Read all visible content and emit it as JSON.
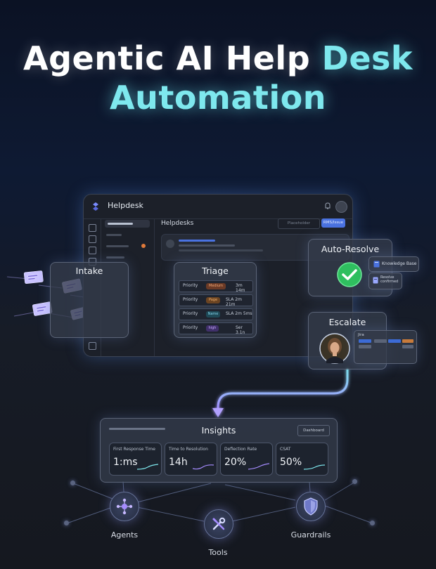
{
  "headline": {
    "line1_white": "Agentic AI Help ",
    "line1_accent": "Desk",
    "line2": "Automation"
  },
  "app": {
    "name": "Helpdesk",
    "main_title": "Helpdesks",
    "dropdown_label": "Placeholder",
    "button_label": "RMS/Issue"
  },
  "intake": {
    "title": "Intake"
  },
  "triage": {
    "title": "Triage",
    "rows": [
      {
        "label": "Priority",
        "tag": "Medium",
        "tag_color": "#c9703f",
        "sla": "3m 14m"
      },
      {
        "label": "Priority",
        "tag": "Page",
        "tag_color": "#c97b3b",
        "sla": "SLA 2m 21m"
      },
      {
        "label": "Priority",
        "tag": "Name",
        "tag_color": "#3c8fa8",
        "sla": "SLA 2m 5ms"
      },
      {
        "label": "Priority",
        "tag": "high",
        "tag_color": "#8a5bd1",
        "sla": "Ser 3.1n"
      }
    ]
  },
  "auto_resolve": {
    "title": "Auto-Resolve",
    "chips": [
      {
        "label": "Knowledge Base",
        "icon": "book-icon"
      },
      {
        "label": "Resolve confirmed",
        "icon": "document-icon"
      }
    ]
  },
  "escalate": {
    "title": "Escalate",
    "board_label": "Jira"
  },
  "insights": {
    "title": "Insights",
    "dropdown": "Dashboard",
    "metrics": [
      {
        "label": "First Response Time",
        "value": "1:ms"
      },
      {
        "label": "Time to Resolution",
        "value": "14h"
      },
      {
        "label": "Deflection Rate",
        "value": "20%"
      },
      {
        "label": "CSAT",
        "value": "50%"
      }
    ]
  },
  "bottom": {
    "agents": "Agents",
    "tools": "Tools",
    "guardrails": "Guardrails"
  },
  "colors": {
    "accent_cyan": "#7ee8ee",
    "flow_violet": "#a58cff",
    "success_green": "#2fbf5f",
    "primary_blue": "#4a72e0"
  }
}
